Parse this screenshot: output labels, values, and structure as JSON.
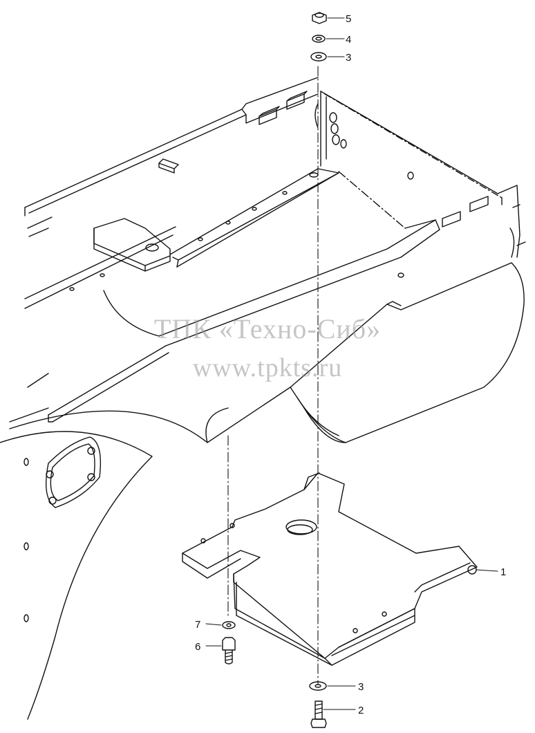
{
  "watermark": {
    "line1": "ТПК «Техно-Сиб»",
    "line2": "www.tpkts.ru"
  },
  "callouts": [
    {
      "id": "5",
      "label": "5"
    },
    {
      "id": "4",
      "label": "4"
    },
    {
      "id": "3-top",
      "label": "3"
    },
    {
      "id": "1",
      "label": "1"
    },
    {
      "id": "7",
      "label": "7"
    },
    {
      "id": "6",
      "label": "6"
    },
    {
      "id": "3-bottom",
      "label": "3"
    },
    {
      "id": "2",
      "label": "2"
    }
  ],
  "colors": {
    "line": "#111111",
    "background": "#ffffff",
    "watermark": "#969696"
  }
}
